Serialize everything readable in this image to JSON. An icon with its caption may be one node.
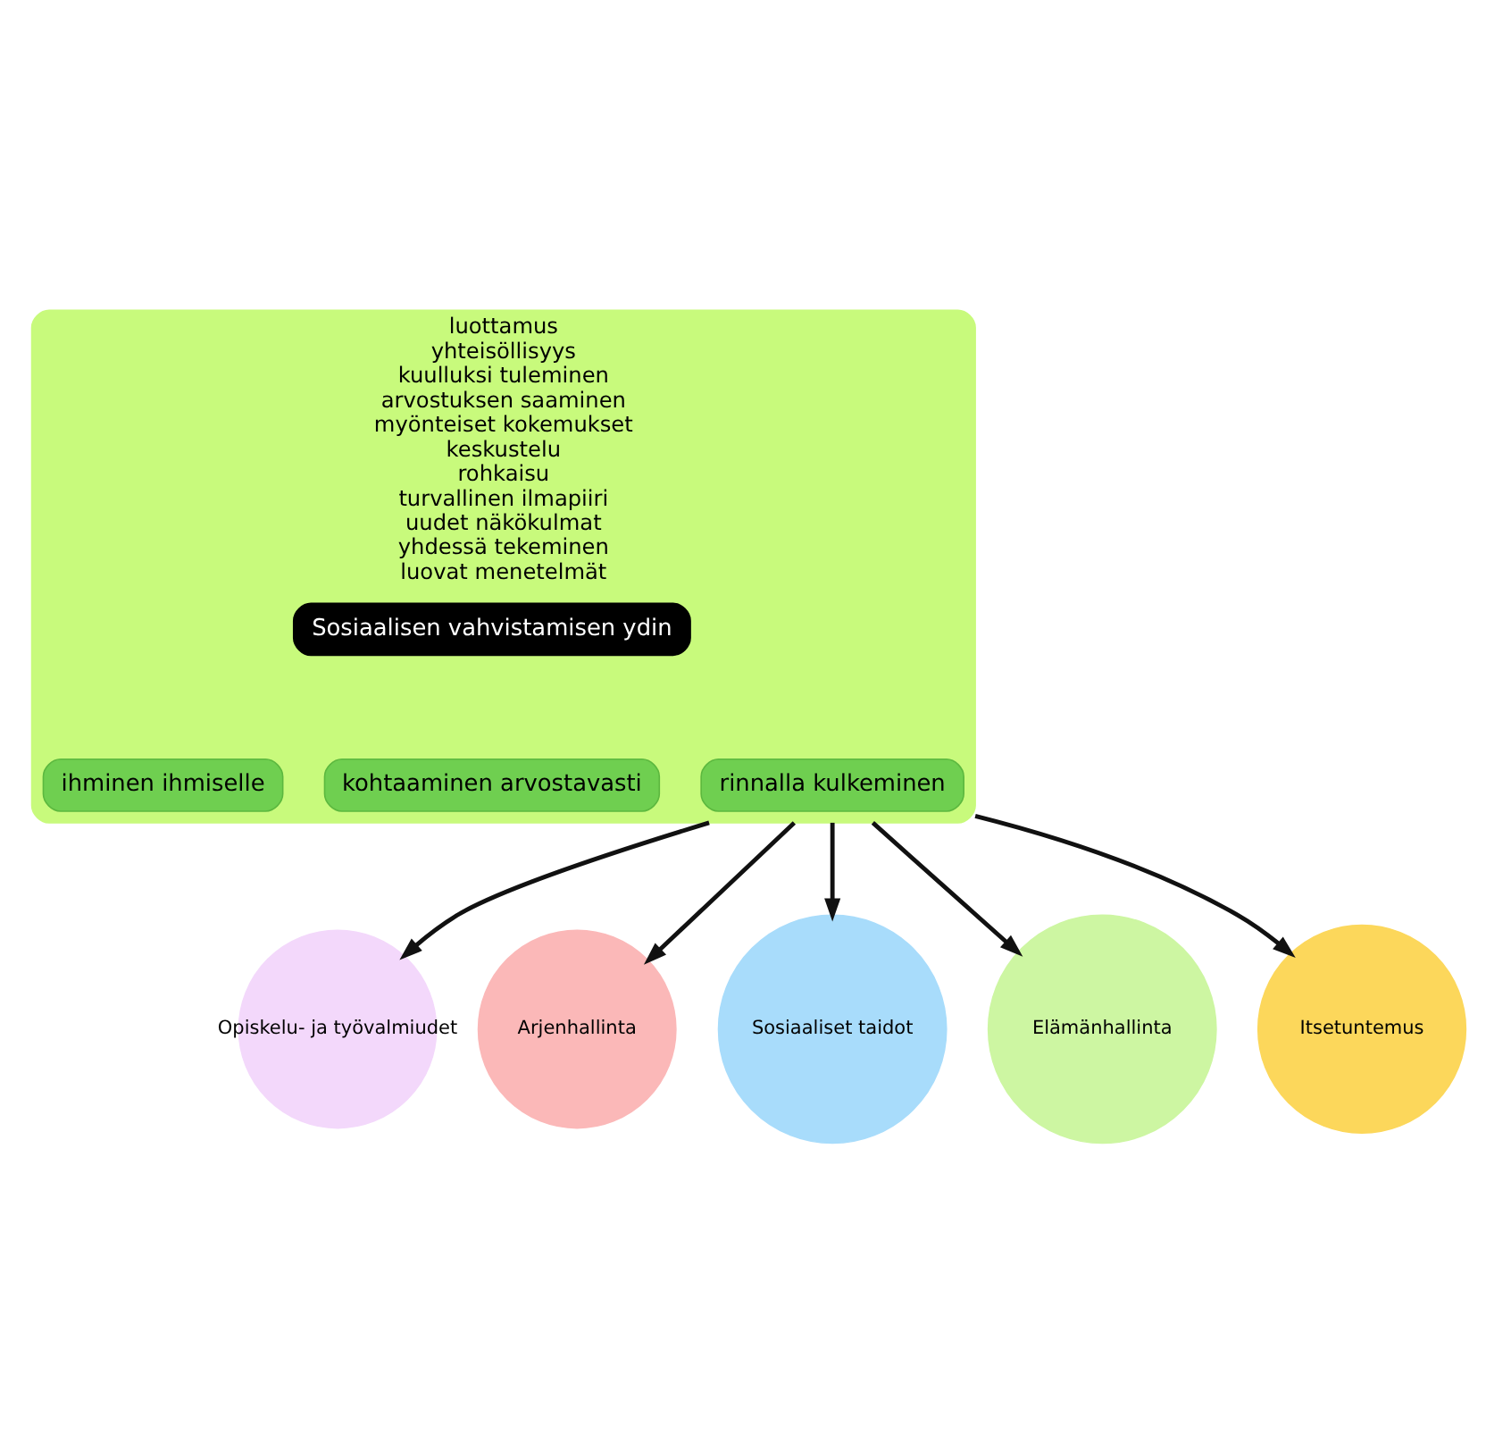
{
  "diagram": {
    "nodes": [
      {
        "text": [
          "luottamus",
          "yhteisöllisyys",
          "kuulluksi tuleminen",
          "arvostuksen saaminen",
          "myönteiset kokemukset",
          "keskustelu",
          "rohkaisu",
          "turvallinen ilmapiiri",
          "uudet näkökulmat",
          "yhdessä tekeminen",
          "luovat menetelmät"
        ]
      },
      {
        "text": [
          "Sosiaalisen vahvistamisen ydin"
        ],
        "in": 0
      },
      {
        "text": [
          "ihminen ihmiselle"
        ],
        "in": 0
      },
      {
        "text": [
          "kohtaaminen arvostavasti"
        ],
        "in": 0
      },
      {
        "text": [
          "rinnalla kulkeminen"
        ],
        "in": 0
      },
      {
        "text": [
          "Opiskelu- ja työvalmiudet"
        ]
      },
      {
        "text": [
          "Arjenhallinta"
        ]
      },
      {
        "text": [
          "Sosiaaliset taidot"
        ]
      },
      {
        "text": [
          "Elämänhallinta"
        ]
      },
      {
        "text": [
          "Itsetuntemus"
        ]
      }
    ],
    "edges": [
      {
        "from": 0,
        "to": 5,
        "arrow": "to"
      },
      {
        "from": 0,
        "to": 8,
        "arrow": "to"
      },
      {
        "from": 0,
        "to": 7,
        "arrow": "to"
      },
      {
        "from": 0,
        "to": 9,
        "arrow": "to"
      },
      {
        "from": 0,
        "to": 6,
        "arrow": "to"
      }
    ]
  }
}
